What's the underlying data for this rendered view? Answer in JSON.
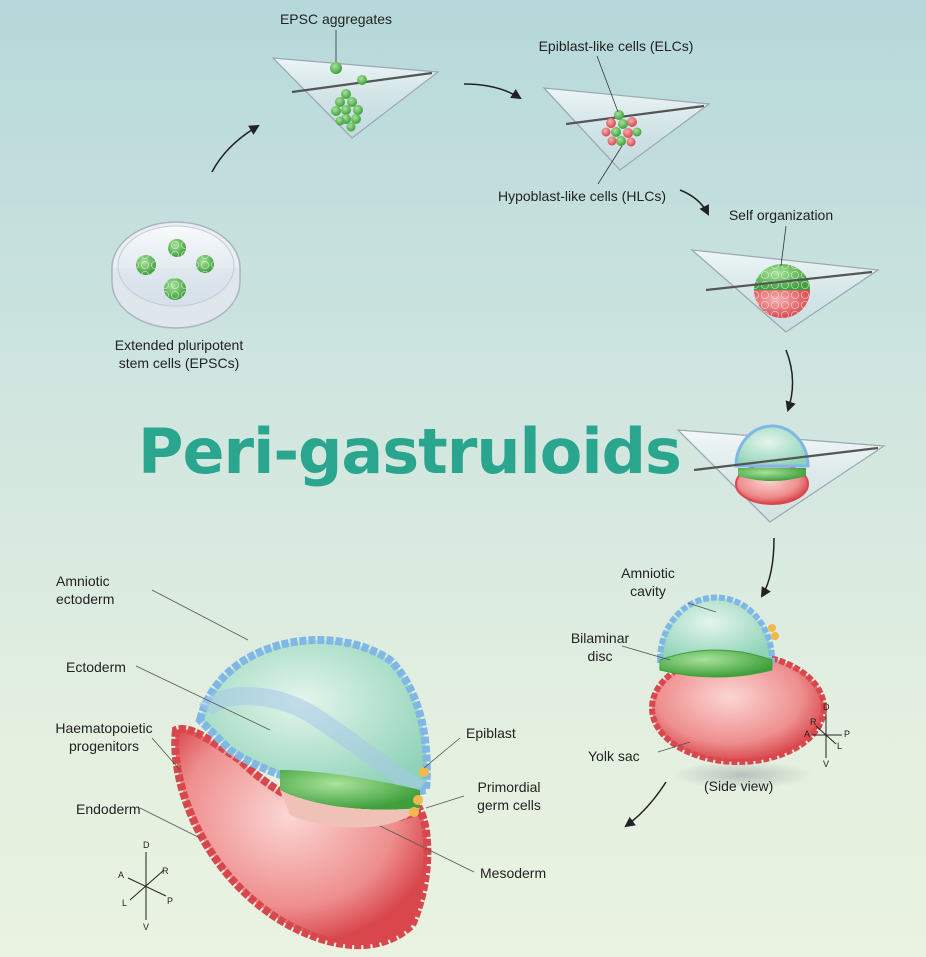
{
  "title": "Peri-gastruloids",
  "colors": {
    "title": "#2aa58e",
    "epiblast_green": "#5fc45a",
    "hypoblast_red": "#e8686b",
    "amnion_blue": "#7fb8e6",
    "pgc_orange": "#f2b84b",
    "background_top": "#b6d8da",
    "background_bottom": "#eaf3e1"
  },
  "steps": {
    "epsc": "Extended pluripotent stem cells (EPSCs)",
    "epsc_line1": "Extended pluripotent",
    "epsc_line2": "stem cells (EPSCs)",
    "aggregates": "EPSC aggregates",
    "elc": "Epiblast-like cells (ELCs)",
    "hlc": "Hypoblast-like cells (HLCs)",
    "self_org": "Self organization"
  },
  "side_view": {
    "amniotic_cavity_line1": "Amniotic",
    "amniotic_cavity_line2": "cavity",
    "bilaminar_line1": "Bilaminar",
    "bilaminar_line2": "disc",
    "yolk_sac": "Yolk sac",
    "caption": "(Side view)"
  },
  "detail": {
    "amniotic_ectoderm_line1": "Amniotic",
    "amniotic_ectoderm_line2": "ectoderm",
    "ectoderm": "Ectoderm",
    "haemato_line1": "Haematopoietic",
    "haemato_line2": "progenitors",
    "endoderm": "Endoderm",
    "epiblast": "Epiblast",
    "pgc_line1": "Primordial",
    "pgc_line2": "germ cells",
    "mesoderm": "Mesoderm"
  },
  "axes_small": {
    "d": "D",
    "v": "V",
    "a": "A",
    "p": "P",
    "r": "R",
    "l": "L"
  },
  "axes_large": {
    "d": "D",
    "v": "V",
    "a": "A",
    "p": "P",
    "r": "R",
    "l": "L"
  }
}
